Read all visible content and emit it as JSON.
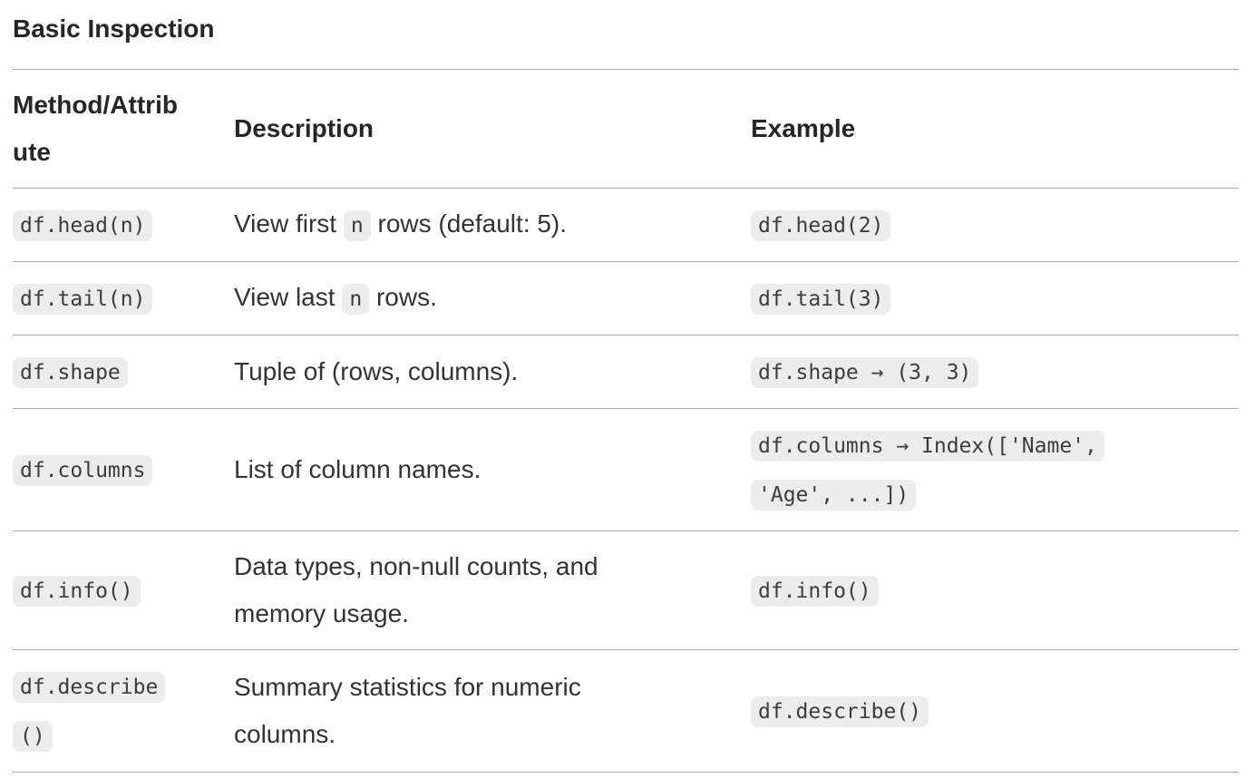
{
  "page": {
    "title": "Basic Inspection"
  },
  "table": {
    "columns": [
      "Method/Attribute",
      "Description",
      "Example"
    ],
    "rows": [
      {
        "method": "df.head(n)",
        "description": [
          {
            "type": "text",
            "text": "View first "
          },
          {
            "type": "code",
            "text": "n"
          },
          {
            "type": "text",
            "text": " rows (default: 5)."
          }
        ],
        "example": "df.head(2)"
      },
      {
        "method": "df.tail(n)",
        "description": [
          {
            "type": "text",
            "text": "View last "
          },
          {
            "type": "code",
            "text": "n"
          },
          {
            "type": "text",
            "text": " rows."
          }
        ],
        "example": "df.tail(3)"
      },
      {
        "method": "df.shape",
        "description": [
          {
            "type": "text",
            "text": "Tuple of (rows, columns)."
          }
        ],
        "example": "df.shape → (3, 3)"
      },
      {
        "method": "df.columns",
        "description": [
          {
            "type": "text",
            "text": "List of column names."
          }
        ],
        "example": "df.columns → Index(['Name', 'Age', ...])"
      },
      {
        "method": "df.info()",
        "description": [
          {
            "type": "text",
            "text": "Data types, non-null counts, and memory usage."
          }
        ],
        "example": "df.info()"
      },
      {
        "method": "df.describe()",
        "description": [
          {
            "type": "text",
            "text": "Summary statistics for numeric columns."
          }
        ],
        "example": "df.describe()"
      }
    ]
  },
  "colors": {
    "inline_code_bg": "#ececec",
    "inline_code_text": "#3c3c3c",
    "border": "#a9a9a9",
    "heading_text": "#262626",
    "body_text": "#333333"
  }
}
